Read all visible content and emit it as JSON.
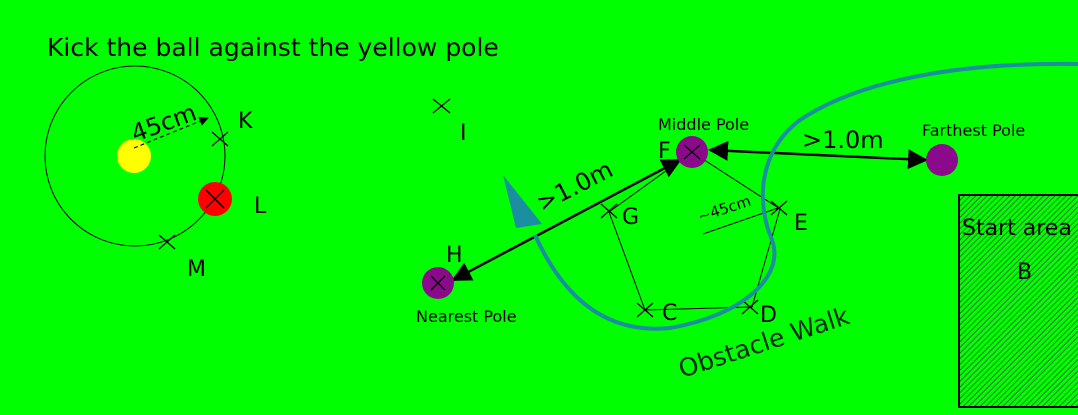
{
  "title": "Kick the ball against the yellow pole",
  "kick_area": {
    "radius_label": "45cm",
    "markers": {
      "K": "K",
      "L": "L",
      "M": "M"
    }
  },
  "poles": {
    "nearest": "Nearest Pole",
    "middle": "Middle Pole",
    "farthest": "Farthest Pole"
  },
  "distances": {
    "nearest_to_middle": ">1.0m",
    "middle_to_farthest": ">1.0m",
    "pentagon_radius": "~45cm"
  },
  "points": {
    "C": "C",
    "D": "D",
    "E": "E",
    "F": "F",
    "G": "G",
    "H": "H",
    "I": "I"
  },
  "obstacle_walk": "Obstacle Walk",
  "start_area": {
    "label": "Start area",
    "letter": "B"
  },
  "colors": {
    "field": "#00ff00",
    "pole_purple": "#8b0a8b",
    "ball_yellow": "#ffff00",
    "ball_red": "#ff0000",
    "path_teal": "#1a8fa0"
  }
}
